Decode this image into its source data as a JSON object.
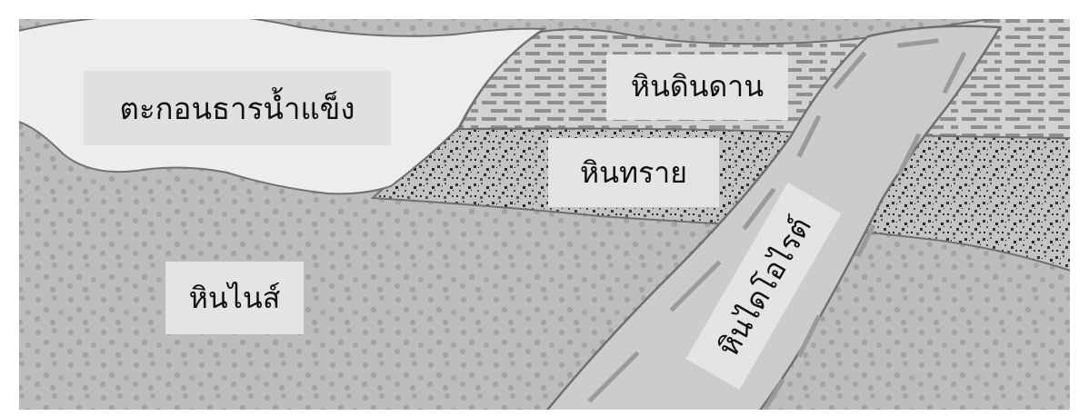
{
  "diagram": {
    "labels": {
      "glacial_till": "ตะกอนธารน้ำแข็ง",
      "shale": "หินดินดาน",
      "sandstone": "หินทราย",
      "gneiss": "หินไนส์",
      "diorite": "หินไดโอไรต์"
    },
    "layer_colors": {
      "glacial_till": "#eeeeee",
      "shale": "#cfcfcf",
      "sandstone": "#bcbcbc",
      "gneiss": "#bdbdbd",
      "diorite_dike": "#c9c9c9",
      "label_box": "#e2e2e2",
      "outline": "#6f6f6f"
    }
  }
}
